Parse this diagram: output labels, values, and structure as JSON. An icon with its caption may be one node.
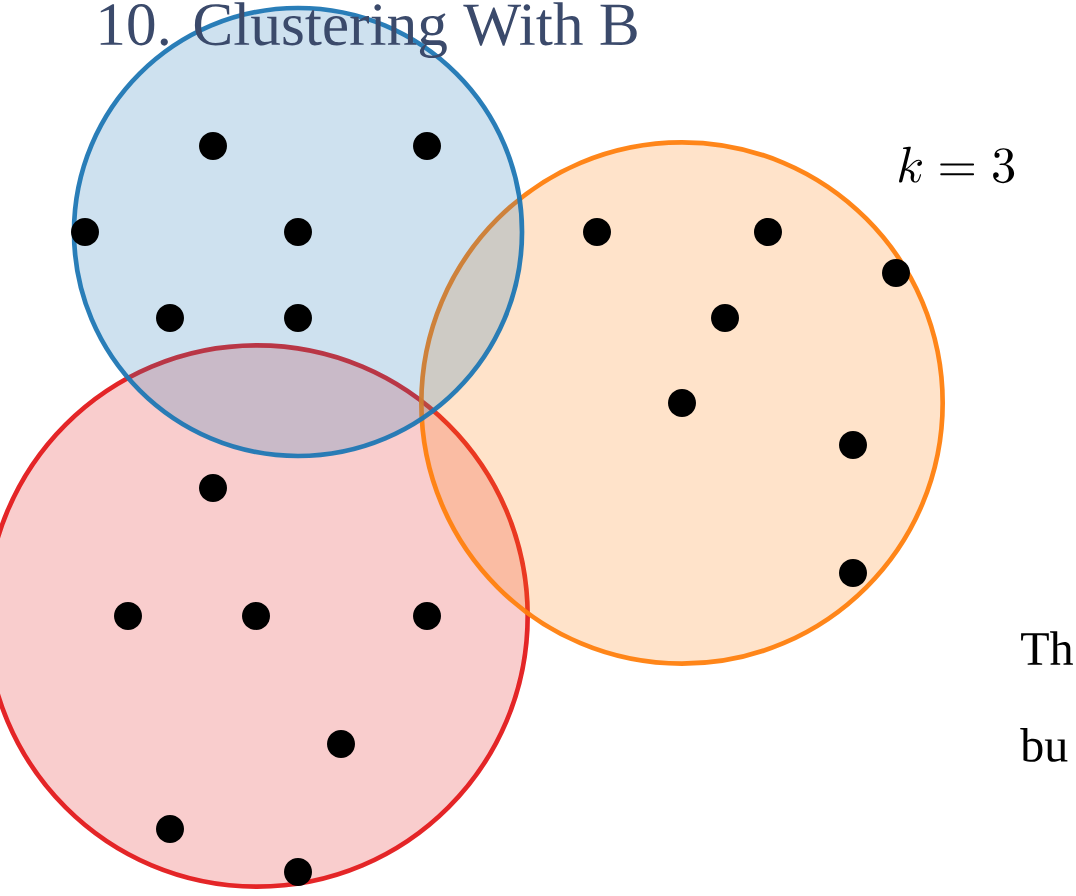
{
  "diagram": {
    "title": "10. Clustering With B",
    "nodes": [
      {
        "text": [],
        "shape": "circle"
      },
      {
        "text": [],
        "shape": "circle"
      },
      {
        "text": [],
        "shape": "circle"
      }
    ],
    "labels": [
      "k = 3",
      "Th",
      "bu"
    ]
  }
}
